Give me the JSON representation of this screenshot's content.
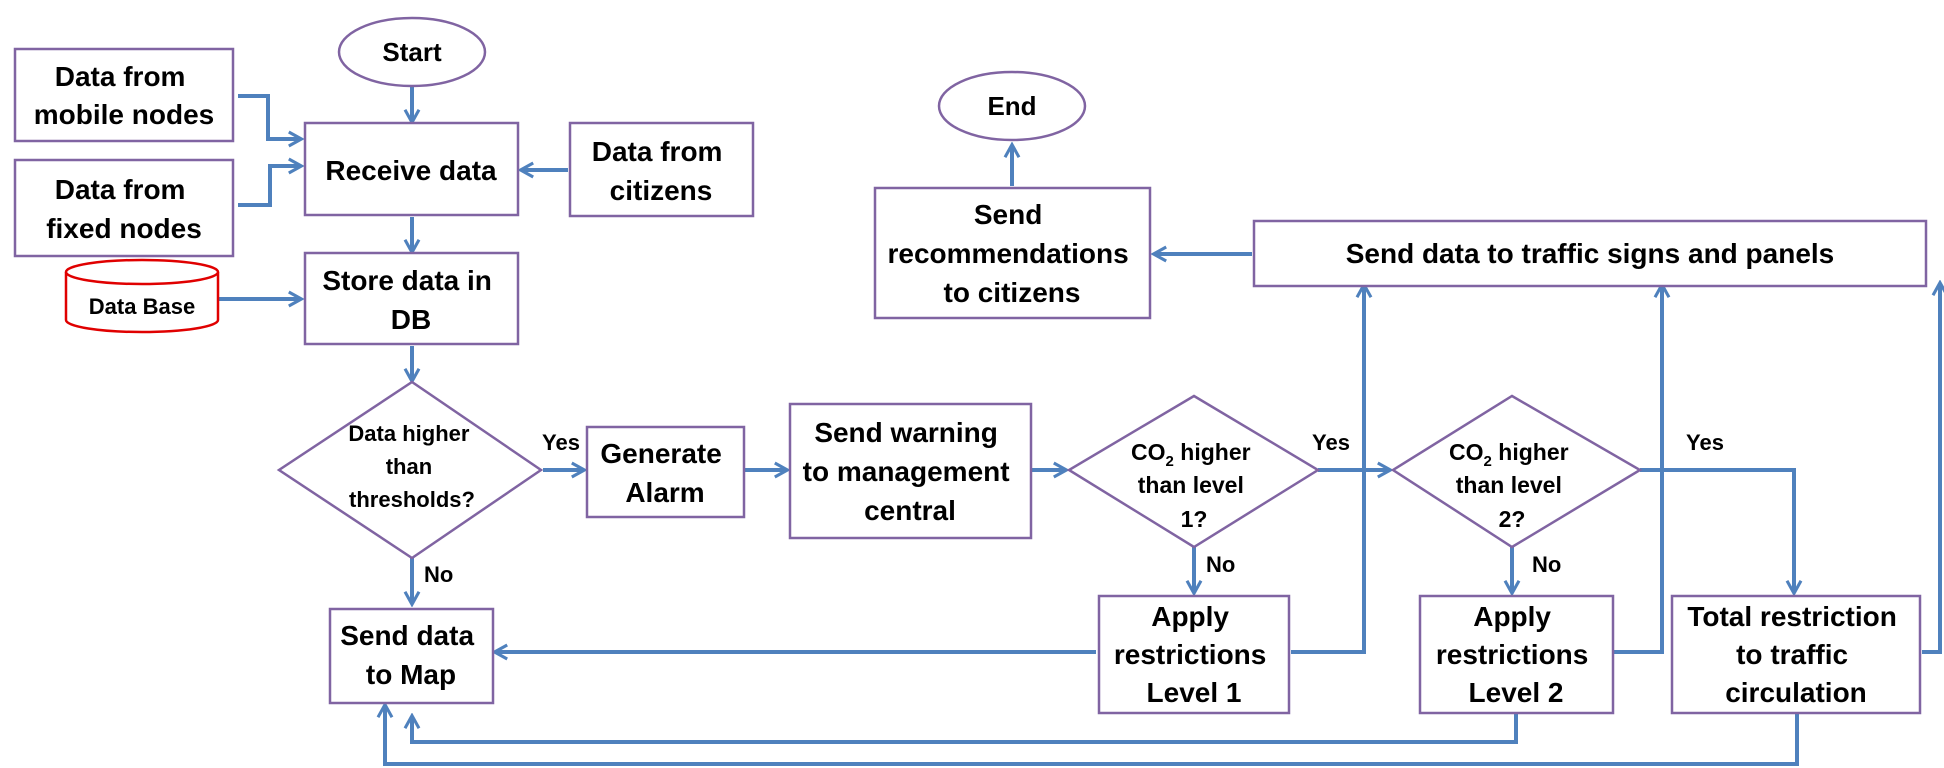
{
  "colors": {
    "edge": "#4f81bd",
    "shape_stroke": "#8064a2",
    "database_stroke": "#e00000",
    "text": "#000000"
  },
  "nodes": {
    "start": "Start",
    "data_mobile": [
      "Data from",
      "mobile nodes"
    ],
    "data_fixed": [
      "Data from",
      "fixed nodes"
    ],
    "receive": "Receive data",
    "data_citizens": [
      "Data from",
      "citizens"
    ],
    "database": "Data Base",
    "store": [
      "Store data in",
      "DB"
    ],
    "threshold": [
      "Data higher",
      "than",
      "thresholds?"
    ],
    "alarm": [
      "Generate",
      "Alarm"
    ],
    "warning": [
      "Send warning",
      "to management",
      "central"
    ],
    "co2_l1": {
      "prefix": "CO",
      "sub": "2",
      "suffix": " higher",
      "lines": [
        "than level",
        "1?"
      ]
    },
    "co2_l2": {
      "prefix": "CO",
      "sub": "2",
      "suffix": " higher",
      "lines": [
        "than level",
        "2?"
      ]
    },
    "send_map": [
      "Send data",
      "to Map"
    ],
    "restrict_l1": [
      "Apply",
      "restrictions",
      "Level 1"
    ],
    "restrict_l2": [
      "Apply",
      "restrictions",
      "Level 2"
    ],
    "total_restriction": [
      "Total restriction",
      "to traffic",
      "circulation"
    ],
    "traffic_signs": "Send data to traffic signs and panels",
    "recommendations": [
      "Send",
      "recommendations",
      "to citizens"
    ],
    "end": "End"
  },
  "edge_labels": {
    "threshold_yes": "Yes",
    "threshold_no": "No",
    "l1_yes": "Yes",
    "l1_no": "No",
    "l2_yes": "Yes",
    "l2_no": "No"
  }
}
